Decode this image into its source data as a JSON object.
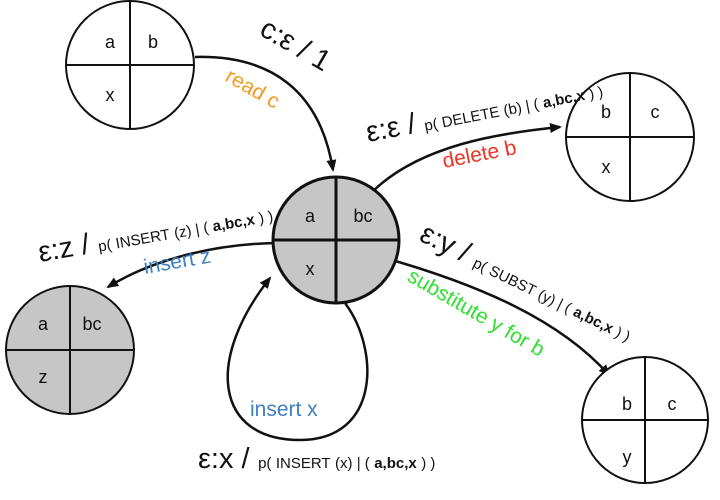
{
  "colors": {
    "orange": "#f39a1e",
    "red": "#ee3424",
    "blue": "#3f7fc2",
    "green": "#2ee02e",
    "gray": "#c6c6c6",
    "ink": "#111111"
  },
  "states": {
    "top_left": [
      "a",
      "b",
      "x",
      ""
    ],
    "center": [
      "a",
      "bc",
      "x",
      ""
    ],
    "right": [
      "b",
      "c",
      "x",
      ""
    ],
    "left": [
      "a",
      "bc",
      "z",
      ""
    ],
    "bottom_right": [
      "b",
      "c",
      "y",
      ""
    ]
  },
  "edges": {
    "read": {
      "label": "c:ε / 1",
      "action": "read c"
    },
    "delete": {
      "pair": "ε:ε /",
      "p_open": "p(",
      "op": "DELETE",
      "arg": "(b) | (",
      "tuple_bold": "a,bc,x",
      "close": ") )",
      "action": "delete b"
    },
    "insert_z": {
      "pair": "ε:z /",
      "p_open": "p(",
      "op": "INSERT",
      "arg": "(z) | (",
      "tuple_bold": "a,bc,x",
      "close": ") )",
      "action": "insert z"
    },
    "subst": {
      "pair": "ε:y /",
      "p_open": "p(",
      "op": "SUBST",
      "arg": "(y) | (",
      "tuple_bold": "a,bc,x",
      "close": ") )",
      "action": "substitute y for b"
    },
    "insert_x": {
      "pair": "ε:x /",
      "p_open": "p(",
      "op": "INSERT",
      "arg": "(x) | (",
      "tuple_bold": "a,bc,x",
      "close": ") )",
      "action": "insert x"
    }
  }
}
